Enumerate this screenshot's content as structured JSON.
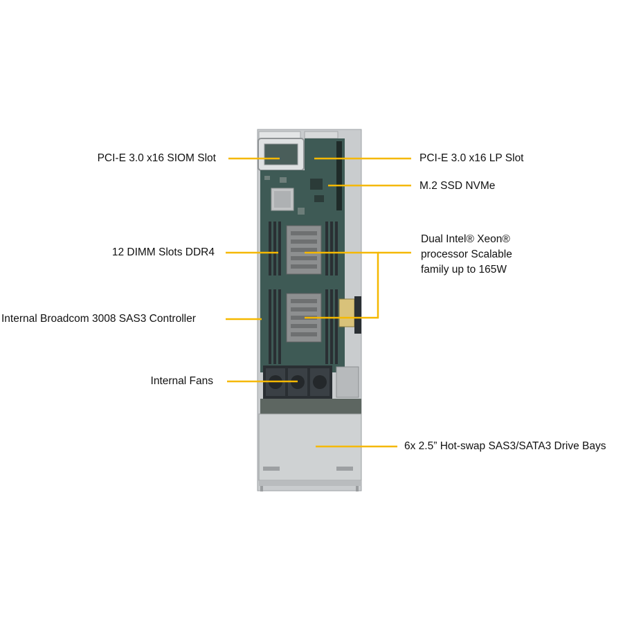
{
  "colors": {
    "leader": "#f5b800",
    "board": "#3e5a55",
    "chassis": "#c9ccce",
    "ram": "#2a2f33",
    "heatsink": "#8d8f90"
  },
  "labels": {
    "siom": "PCI-E 3.0 x16 SIOM  Slot",
    "lp": "PCI-E 3.0 x16 LP Slot",
    "m2": "M.2 SSD NVMe",
    "dimm": "12 DIMM Slots DDR4",
    "cpu_line1": "Dual Intel® Xeon®",
    "cpu_line2": "processor Scalable",
    "cpu_line3": "family up to 165W",
    "sas": "Internal Broadcom 3008 SAS3 Controller",
    "fans": "Internal Fans",
    "bays": "6x 2.5” Hot-swap SAS3/SATA3 Drive Bays"
  }
}
